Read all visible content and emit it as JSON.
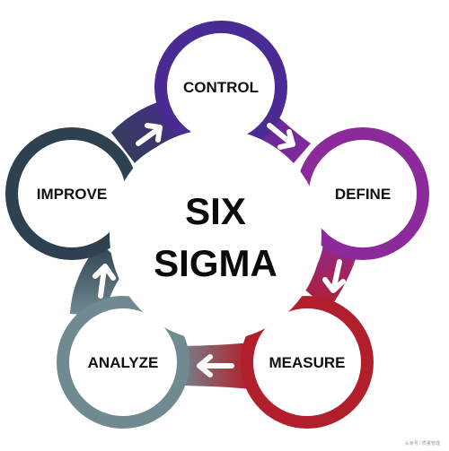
{
  "diagram": {
    "center": {
      "line1": "SIX",
      "line2": "SIGMA"
    },
    "nodes": [
      {
        "id": "control",
        "label": "CONTROL",
        "color": "#4a2a93"
      },
      {
        "id": "define",
        "label": "DEFINE",
        "color": "#8c2a9c"
      },
      {
        "id": "measure",
        "label": "MEASURE",
        "color": "#b21f2c"
      },
      {
        "id": "analyze",
        "label": "ANALYZE",
        "color": "#6f8a91"
      },
      {
        "id": "improve",
        "label": "IMPROVE",
        "color": "#2e4150"
      }
    ],
    "watermark": "头条号 / 质量管理"
  }
}
